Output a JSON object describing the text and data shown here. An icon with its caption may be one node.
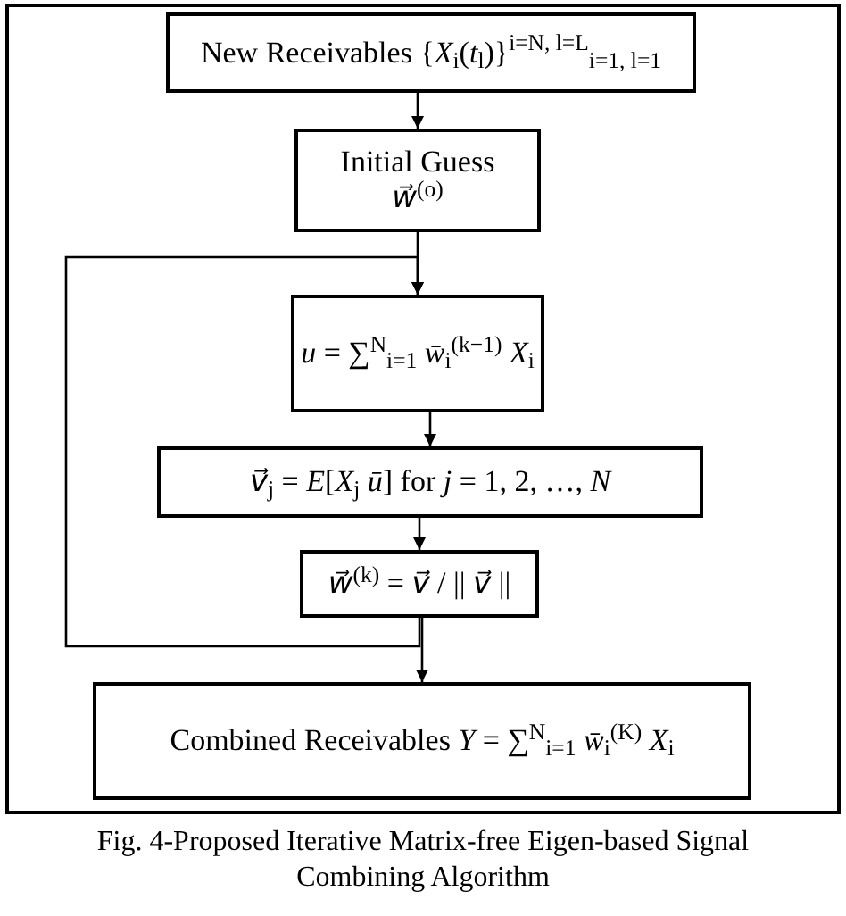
{
  "diagram": {
    "caption": "Fig. 4-Proposed Iterative Matrix-free Eigen-based Signal Combining Algorithm",
    "nodes": [
      {
        "text": [
          "New Receivables {*X*$_{i}$(*t*$_{l}$)}$^{i=N, l=L}$$_{i=1, l=1}$"
        ]
      },
      {
        "text": [
          "Initial Guess",
          "*w⃗*$^{(o)}$"
        ]
      },
      {
        "text": [
          "*u* = ∑$^{N}$$_{i=1}$ *w̄*$_{i}$$^{(k−1)}$ *X*$_{i}$"
        ]
      },
      {
        "text": [
          "*v⃗*$_{j}$ = *E*[*X*$_{j}$ *ū*] for *j* = 1, 2, …, *N*"
        ]
      },
      {
        "text": [
          "*w⃗*$^{(k)}$ = *v⃗* / || *v⃗* ||"
        ]
      },
      {
        "text": [
          "Combined Receivables *Y* = ∑$^{N}$$_{i=1}$ *w̄*$_{i}$$^{(K)}$ *X*$_{i}$"
        ]
      }
    ],
    "edges": [
      {
        "from": 0,
        "to": 1,
        "arrow": "to"
      },
      {
        "from": 1,
        "to": 2,
        "arrow": "to"
      },
      {
        "from": 2,
        "to": 3,
        "arrow": "to"
      },
      {
        "from": 3,
        "to": 4,
        "arrow": "to"
      },
      {
        "from": 4,
        "to": 5,
        "arrow": "to"
      },
      {
        "from": 4,
        "to": 2,
        "arrow": "to"
      }
    ]
  }
}
